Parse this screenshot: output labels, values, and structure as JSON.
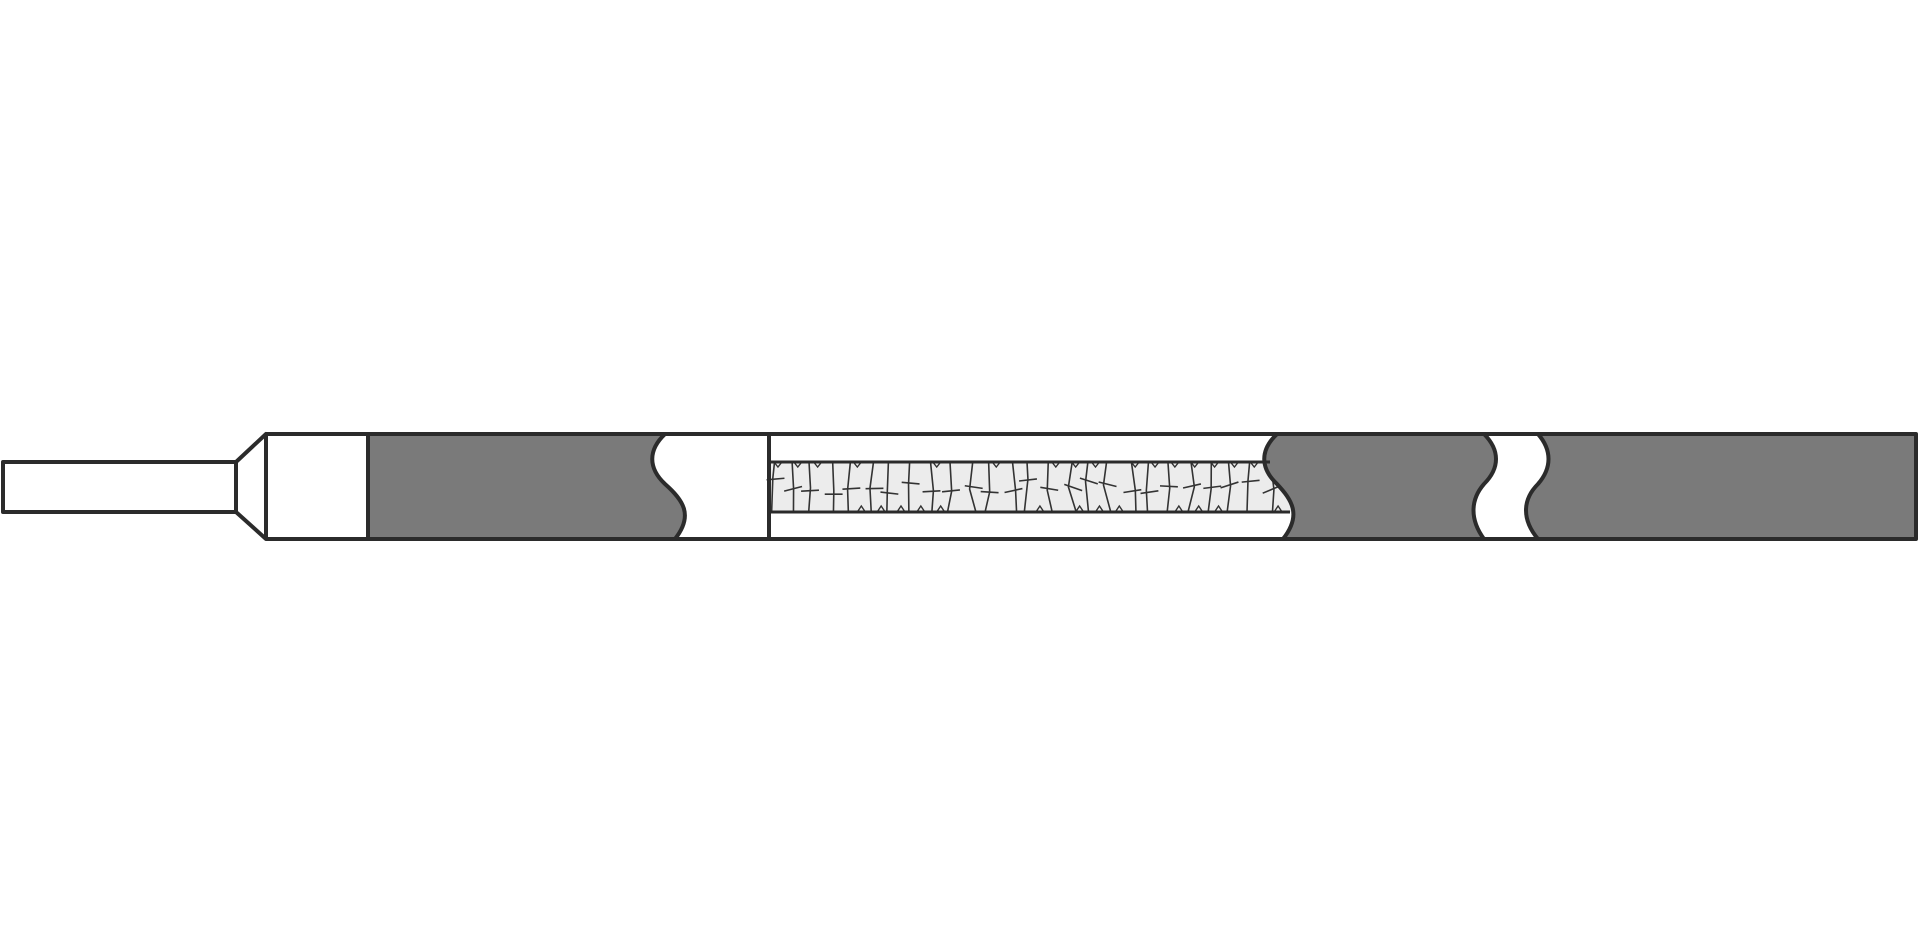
{
  "diagram": {
    "subject": "tube-cross-section",
    "colors": {
      "outline": "#2b2b2b",
      "sealed_fill": "#7a7a7a",
      "open_fill": "#ffffff",
      "packing_fill": "#ececec",
      "packing_line": "#333333",
      "background": "#ffffff"
    },
    "components": [
      {
        "id": "tip",
        "fill": "open"
      },
      {
        "id": "taper",
        "fill": "open"
      },
      {
        "id": "open-end-segment",
        "fill": "open"
      },
      {
        "id": "sealed-section-1",
        "fill": "sealed"
      },
      {
        "id": "break-gap-1",
        "fill": "open"
      },
      {
        "id": "packed-bed",
        "fill": "packing"
      },
      {
        "id": "sealed-section-2",
        "fill": "sealed"
      },
      {
        "id": "break-gap-2",
        "fill": "open"
      },
      {
        "id": "sealed-section-3",
        "fill": "sealed"
      }
    ]
  }
}
